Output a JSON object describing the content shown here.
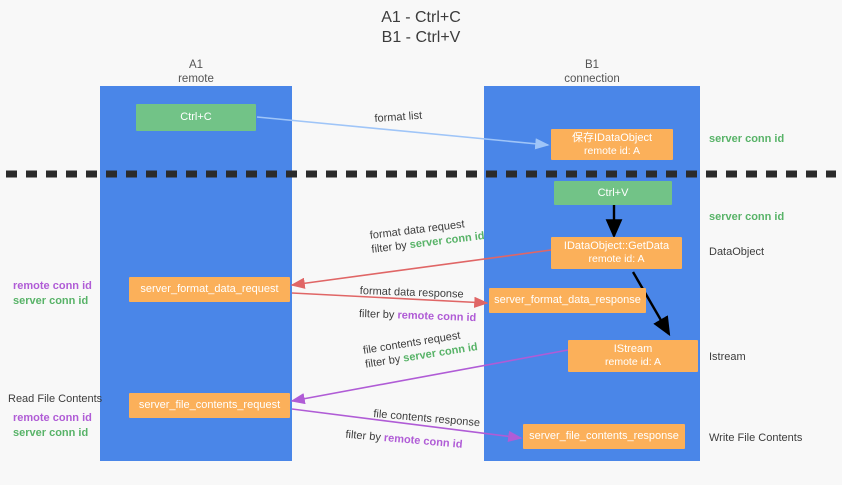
{
  "title": {
    "line1": "A1 - Ctrl+C",
    "line2": "B1 - Ctrl+V"
  },
  "lanes": [
    {
      "id": "a1",
      "name": "A1",
      "subtitle": "remote"
    },
    {
      "id": "b1",
      "name": "B1",
      "subtitle": "connection"
    }
  ],
  "colors": {
    "lane": "#4a86e8",
    "green_box": "#72c387",
    "orange_box": "#fbb05a",
    "blue_arrow": "#9fc5f8",
    "red_arrow": "#e06666",
    "purple_arrow": "#b05cd6",
    "black_arrow": "#000000",
    "green_text": "#58b368",
    "purple_text": "#b05cd6",
    "background": "#f8f8f8"
  },
  "nodes": {
    "ctrl_c": {
      "line1": "Ctrl+C"
    },
    "save_idataobject": {
      "line1": "保存IDataObject",
      "line2": "remote id: A"
    },
    "ctrl_v": {
      "line1": "Ctrl+V"
    },
    "getdata": {
      "line1": "IDataObject::GetData",
      "line2": "remote id: A"
    },
    "istream": {
      "line1": "IStream",
      "line2": "remote id: A"
    },
    "format_data_request": {
      "line1": "server_format_data_request"
    },
    "format_data_response": {
      "line1": "server_format_data_response"
    },
    "file_contents_request": {
      "line1": "server_file_contents_request"
    },
    "file_contents_response": {
      "line1": "server_file_contents_response"
    }
  },
  "edge_labels": {
    "format_list": "format list",
    "format_data_request": {
      "line1": "format data request",
      "filter_prefix": "filter by ",
      "filter_key": "server conn id"
    },
    "format_data_response": {
      "line1": "format data response",
      "filter_prefix": "filter by ",
      "filter_key": "remote conn id"
    },
    "file_contents_request": {
      "line1": "file contents request",
      "filter_prefix": "filter by ",
      "filter_key": "server conn id"
    },
    "file_contents_response": {
      "line1": "file contents response",
      "filter_prefix": "filter by ",
      "filter_key": "remote conn id"
    }
  },
  "right_labels": {
    "server_conn_id_top": "server conn id",
    "server_conn_id_mid": "server conn id",
    "dataobject": "DataObject",
    "istream": "Istream",
    "write_file_contents": "Write File Contents"
  },
  "left_labels": {
    "mid_remote": "remote conn id",
    "mid_server": "server conn id",
    "read_file_contents": "Read File Contents",
    "bot_remote": "remote conn id",
    "bot_server": "server conn id"
  }
}
